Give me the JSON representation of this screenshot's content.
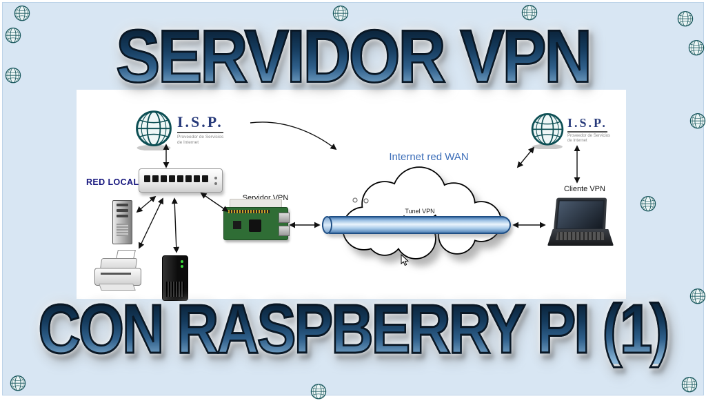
{
  "page": {
    "title_top": "SERVIDOR VPN",
    "title_bottom": "CON RASPBERRY PI (1)"
  },
  "diagram": {
    "isp_left": {
      "title": "I.S.P.",
      "sub1": "Proveedor de Servicios",
      "sub2": "de Internet"
    },
    "isp_right": {
      "title": "I.S.P.",
      "sub1": "Proveedor de Servicios",
      "sub2": "de Internet"
    },
    "labels": {
      "red_local": "RED LOCAL",
      "servidor_vpn": "Servidor VPN",
      "internet_wan": "Internet red WAN",
      "tunel_vpn": "Tunel VPN",
      "cliente_vpn": "Cliente VPN"
    }
  },
  "icons": {
    "globe": "globe-icon",
    "switch": "network-switch-icon",
    "pc": "desktop-pc-icon",
    "printer": "printer-icon",
    "nas": "nas-server-icon",
    "raspberry_pi": "raspberry-pi-icon",
    "laptop": "laptop-icon",
    "cloud": "cloud-icon",
    "tunnel": "vpn-tunnel-icon",
    "cursor": "mouse-cursor-icon"
  },
  "colors": {
    "background": "#d8e6f3",
    "panel": "#ffffff",
    "title_gradient_top": "#081b2d",
    "title_gradient_bottom": "#8ab6d8",
    "wan_label": "#3b6db8",
    "red_local_label": "#15157d",
    "isp_title": "#273a7a",
    "tunnel_border": "#1f4f85",
    "globe_lines": "#0d4f54"
  }
}
